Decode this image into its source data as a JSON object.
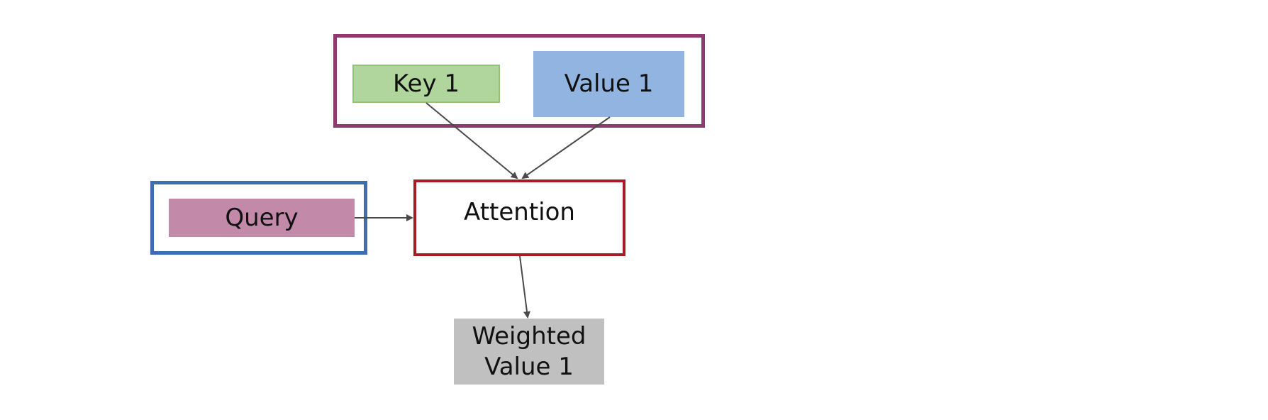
{
  "nodes": {
    "key": {
      "label": "Key 1",
      "fill": "#b0d59d",
      "border": "#93c47d"
    },
    "value": {
      "label": "Value 1",
      "fill": "#91b5e0"
    },
    "query": {
      "label": "Query",
      "fill": "#c389a9"
    },
    "attention": {
      "label": "Attention",
      "border": "#a61c24"
    },
    "weighted": {
      "line1": "Weighted",
      "line2": "Value 1",
      "fill": "#c0c0c0"
    }
  },
  "frames": {
    "key_value_group": {
      "border": "#8e3a70"
    },
    "query_group": {
      "border": "#3d6fb0"
    }
  },
  "arrows": {
    "color": "#4a4a4a"
  }
}
